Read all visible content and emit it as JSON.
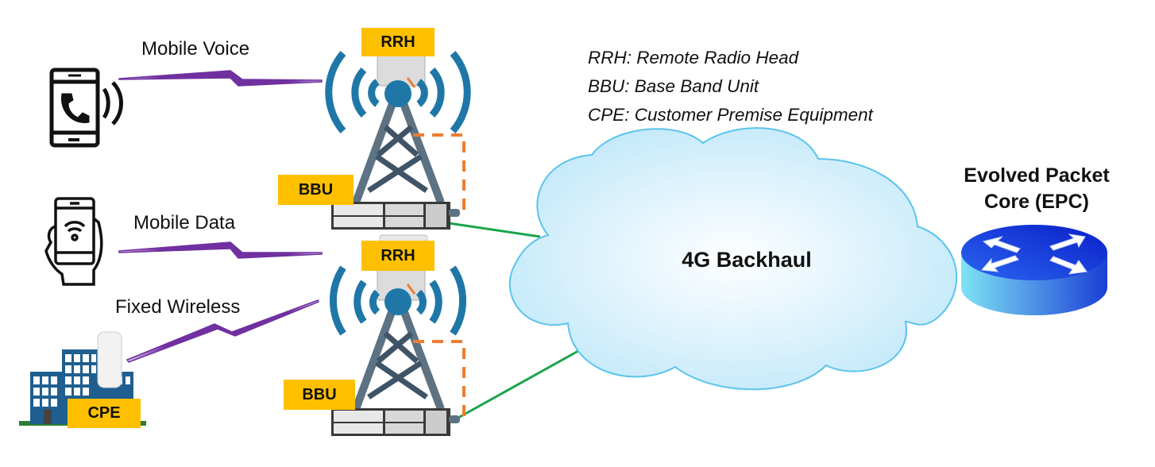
{
  "diagram": {
    "services": [
      {
        "id": "mobile-voice",
        "label": "Mobile Voice",
        "icon": "phone-call-icon"
      },
      {
        "id": "mobile-data",
        "label": "Mobile Data",
        "icon": "hand-phone-wifi-icon"
      },
      {
        "id": "fixed-wireless",
        "label": "Fixed Wireless",
        "icon": "building-cpe-icon"
      }
    ],
    "sites": [
      {
        "rrh_label": "RRH",
        "bbu_label": "BBU"
      },
      {
        "rrh_label": "RRH",
        "bbu_label": "BBU"
      }
    ],
    "cpe_label": "CPE",
    "legend": [
      "RRH: Remote Radio Head",
      "BBU: Base Band Unit",
      "CPE: Customer Premise Equipment"
    ],
    "backhaul": {
      "label": "4G Backhaul"
    },
    "epc": {
      "label_line1": "Evolved Packet",
      "label_line2": "Core (EPC)",
      "icon": "router-icon"
    },
    "colors": {
      "tag": "#ffc000",
      "radio_link": "#7030a0",
      "tower": "#5d7283",
      "antenna_waves": "#1f77a8",
      "fiber_dashed": "#ed7d31",
      "backhaul_link": "#1aa54a",
      "cloud_fill": "#cdeefc",
      "cloud_stroke": "#5bc4ec",
      "router": "#1f4fe0"
    }
  }
}
